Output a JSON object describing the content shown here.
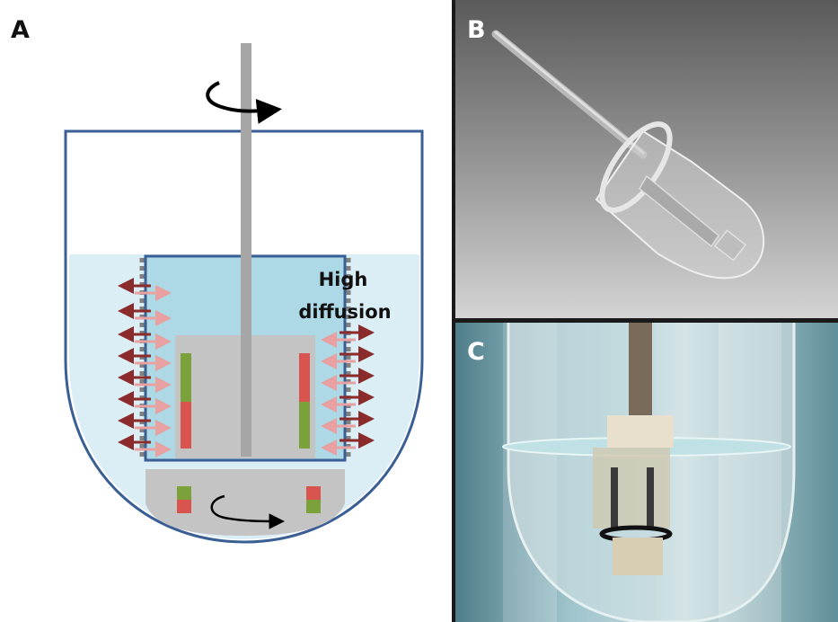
{
  "panels": [
    {
      "letter": "A"
    },
    {
      "letter": "B"
    },
    {
      "letter": "C"
    }
  ],
  "annotation": {
    "line1": "High",
    "line2": "diffusion"
  },
  "colors": {
    "vessel_outline": "#3a5f94",
    "liquid": "#dbeef5",
    "inner_chamber": "#add8e6",
    "shaft": "#a6a6a6",
    "holder": "#c4c4c4",
    "sample_green": "#7aa13a",
    "sample_red": "#d9534f",
    "arrow_dark": "#8b2b2b",
    "arrow_light": "#e8a0a0",
    "divider": "#1a1a1a"
  }
}
